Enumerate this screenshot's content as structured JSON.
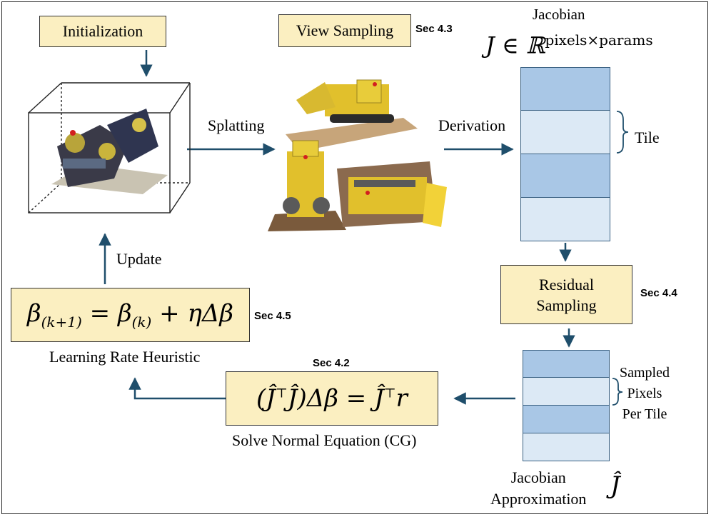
{
  "boxes": {
    "initialization": "Initialization",
    "view_sampling": "View Sampling",
    "residual_sampling_line1": "Residual",
    "residual_sampling_line2": "Sampling",
    "update_eq_beta": "β",
    "update_eq_sub1": "(k+1)",
    "update_eq_mid": " = β",
    "update_eq_sub2": "(k)",
    "update_eq_tail": " + ηΔβ",
    "normal_eq": "(Ĵ",
    "normal_eq_sup": "⊤",
    "normal_eq_mid": "Ĵ)Δβ = Ĵ",
    "normal_eq_sup2": "⊤",
    "normal_eq_tail": "r"
  },
  "labels": {
    "splatting": "Splatting",
    "derivation": "Derivation",
    "update": "Update",
    "learning_rate": "Learning Rate Heuristic",
    "solve": "Solve Normal Equation (CG)",
    "jacobian_title": "Jacobian",
    "jacobian_formula_j": "J ∈ ℝ",
    "jacobian_formula_sup": "pixels×params",
    "tile": "Tile",
    "sampled_line1": "Sampled",
    "sampled_line2": "Pixels",
    "sampled_line3": "Per Tile",
    "approx_line1": "Jacobian",
    "approx_line2": "Approximation",
    "j_hat": "Ĵ"
  },
  "sections": {
    "view": "Sec 4.3",
    "residual": "Sec 4.4",
    "update": "Sec 4.5",
    "normal": "Sec 4.2"
  },
  "colors": {
    "box_fill": "#fbefc1",
    "arrow": "#1f4e6b",
    "stripe_dark": "#a9c7e6",
    "stripe_light": "#dce9f5"
  }
}
